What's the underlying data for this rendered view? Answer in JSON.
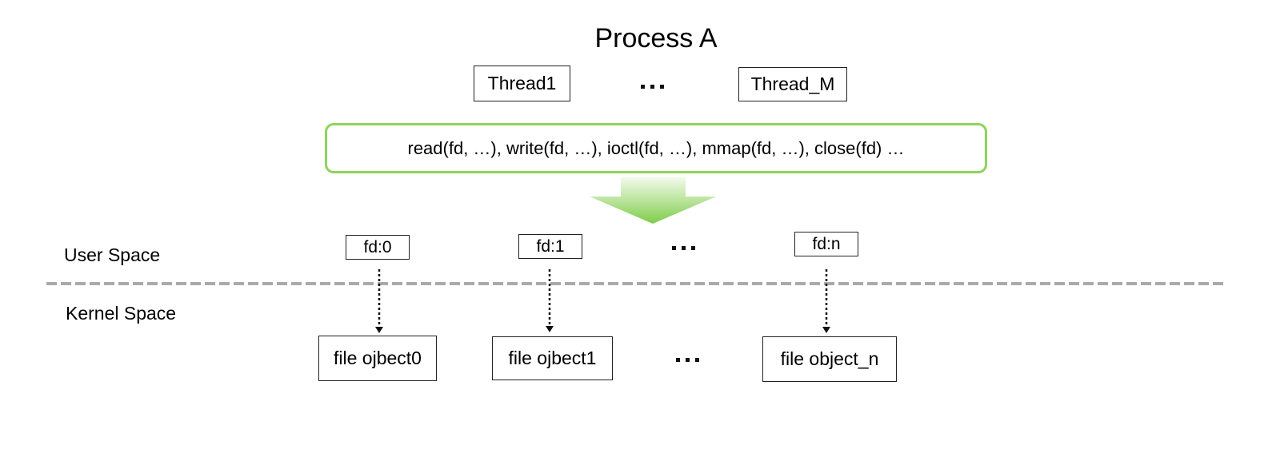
{
  "title": "Process A",
  "threads": [
    {
      "label": "Thread1"
    },
    {
      "label": "Thread_M"
    }
  ],
  "thread_ellipsis": "...",
  "syscalls": "read(fd, …), write(fd, …), ioctl(fd, …), mmap(fd, …), close(fd) …",
  "regions": {
    "user": "User Space",
    "kernel": "Kernel Space"
  },
  "fds": [
    {
      "label": "fd:0"
    },
    {
      "label": "fd:1"
    },
    {
      "label": "fd:n"
    }
  ],
  "file_objects": [
    {
      "label": "file ojbect0"
    },
    {
      "label": "file ojbect1"
    },
    {
      "label": "file object_n"
    }
  ],
  "colors": {
    "syscall_border": "#8ed45a",
    "arrow_top": "#f2fbec",
    "arrow_bottom": "#7fcc4a",
    "boundary_line": "#aaaaaa"
  }
}
